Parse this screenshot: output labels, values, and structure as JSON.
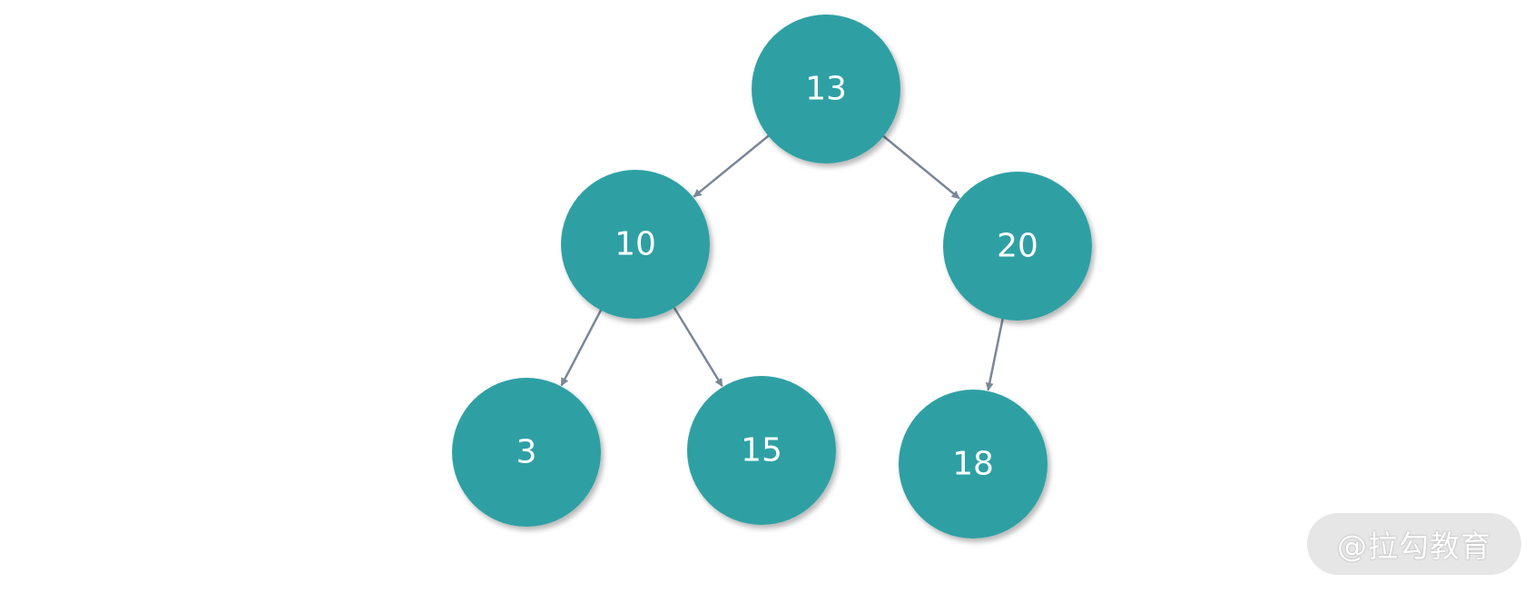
{
  "diagram": {
    "type": "binary-tree",
    "colors": {
      "node_fill": "#2ea0a4",
      "edge": "#7a8799",
      "label": "#ffffff"
    },
    "nodes": [
      {
        "id": "n13",
        "label": "13"
      },
      {
        "id": "n10",
        "label": "10"
      },
      {
        "id": "n20",
        "label": "20"
      },
      {
        "id": "n3",
        "label": "3"
      },
      {
        "id": "n15",
        "label": "15"
      },
      {
        "id": "n18",
        "label": "18"
      }
    ],
    "edges": [
      {
        "from": "n13",
        "to": "n10"
      },
      {
        "from": "n13",
        "to": "n20"
      },
      {
        "from": "n10",
        "to": "n3"
      },
      {
        "from": "n10",
        "to": "n15"
      },
      {
        "from": "n20",
        "to": "n18"
      }
    ]
  },
  "watermark": {
    "text": "@拉勾教育"
  }
}
